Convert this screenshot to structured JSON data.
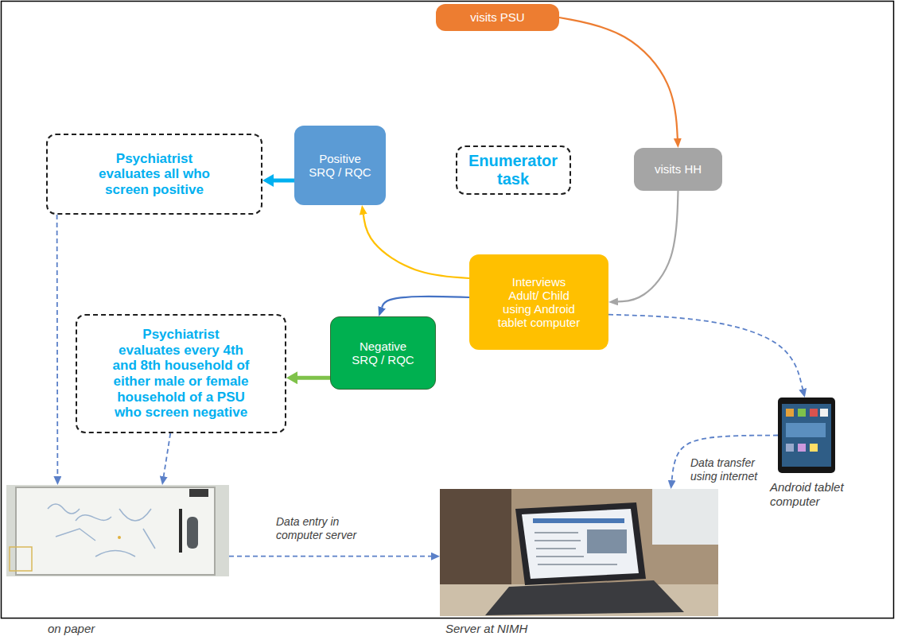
{
  "diagram": {
    "nodes": [
      {
        "text": [
          "visits PSU"
        ]
      },
      {
        "text": [
          "Enumerator task"
        ]
      },
      {
        "text": [
          "visits HH"
        ]
      },
      {
        "text": [
          "Psychiatrist evaluates all who screen positive"
        ]
      },
      {
        "text": [
          "Positive SRQ / RQC"
        ]
      },
      {
        "text": [
          "Interviews Adult/ Child using Android tablet computer"
        ]
      },
      {
        "text": [
          "Psychiatrist evaluates every 4th and 8th household of either male or female household of a PSU who screen negative"
        ]
      },
      {
        "text": [
          "Negative SRQ / RQC"
        ]
      },
      {
        "text": [
          "Android tablet computer"
        ]
      },
      {
        "text": [
          "on paper"
        ]
      },
      {
        "text": [
          "Server at NIMH"
        ]
      }
    ],
    "edges": [
      {
        "from": 0,
        "to": 2,
        "arrow": "to"
      },
      {
        "from": 2,
        "to": 5,
        "arrow": "to"
      },
      {
        "from": 5,
        "to": 4,
        "arrow": "to"
      },
      {
        "from": 5,
        "to": 7,
        "arrow": "to"
      },
      {
        "from": 4,
        "to": 3,
        "arrow": "to"
      },
      {
        "from": 7,
        "to": 6,
        "arrow": "to"
      },
      {
        "from": 5,
        "to": 8,
        "arrow": "to"
      },
      {
        "from": 8,
        "to": 10,
        "label": "Data transfer using internet",
        "arrow": "to"
      },
      {
        "from": 3,
        "to": 9,
        "arrow": "to"
      },
      {
        "from": 6,
        "to": 9,
        "arrow": "to"
      },
      {
        "from": 9,
        "to": 10,
        "label": "Data entry in computer server",
        "arrow": "to"
      }
    ]
  }
}
